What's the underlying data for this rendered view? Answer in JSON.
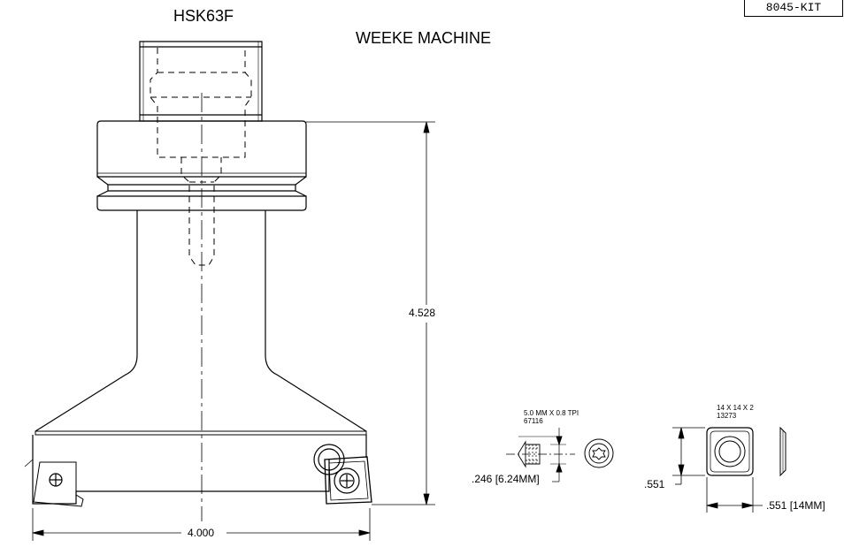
{
  "part_number": "8045-KIT",
  "title_interface": "HSK63F",
  "title_machine": "WEEKE MACHINE",
  "dims": {
    "height": "4.528",
    "width": "4.000",
    "screw_length": ".246 [6.24MM]",
    "insert_height": ".551",
    "insert_width": ".551 [14MM]"
  },
  "screw": {
    "spec": "5.0 MM X 0.8 TPI",
    "part": "67116"
  },
  "insert": {
    "spec": "14 X 14 X 2",
    "part": "13273"
  }
}
